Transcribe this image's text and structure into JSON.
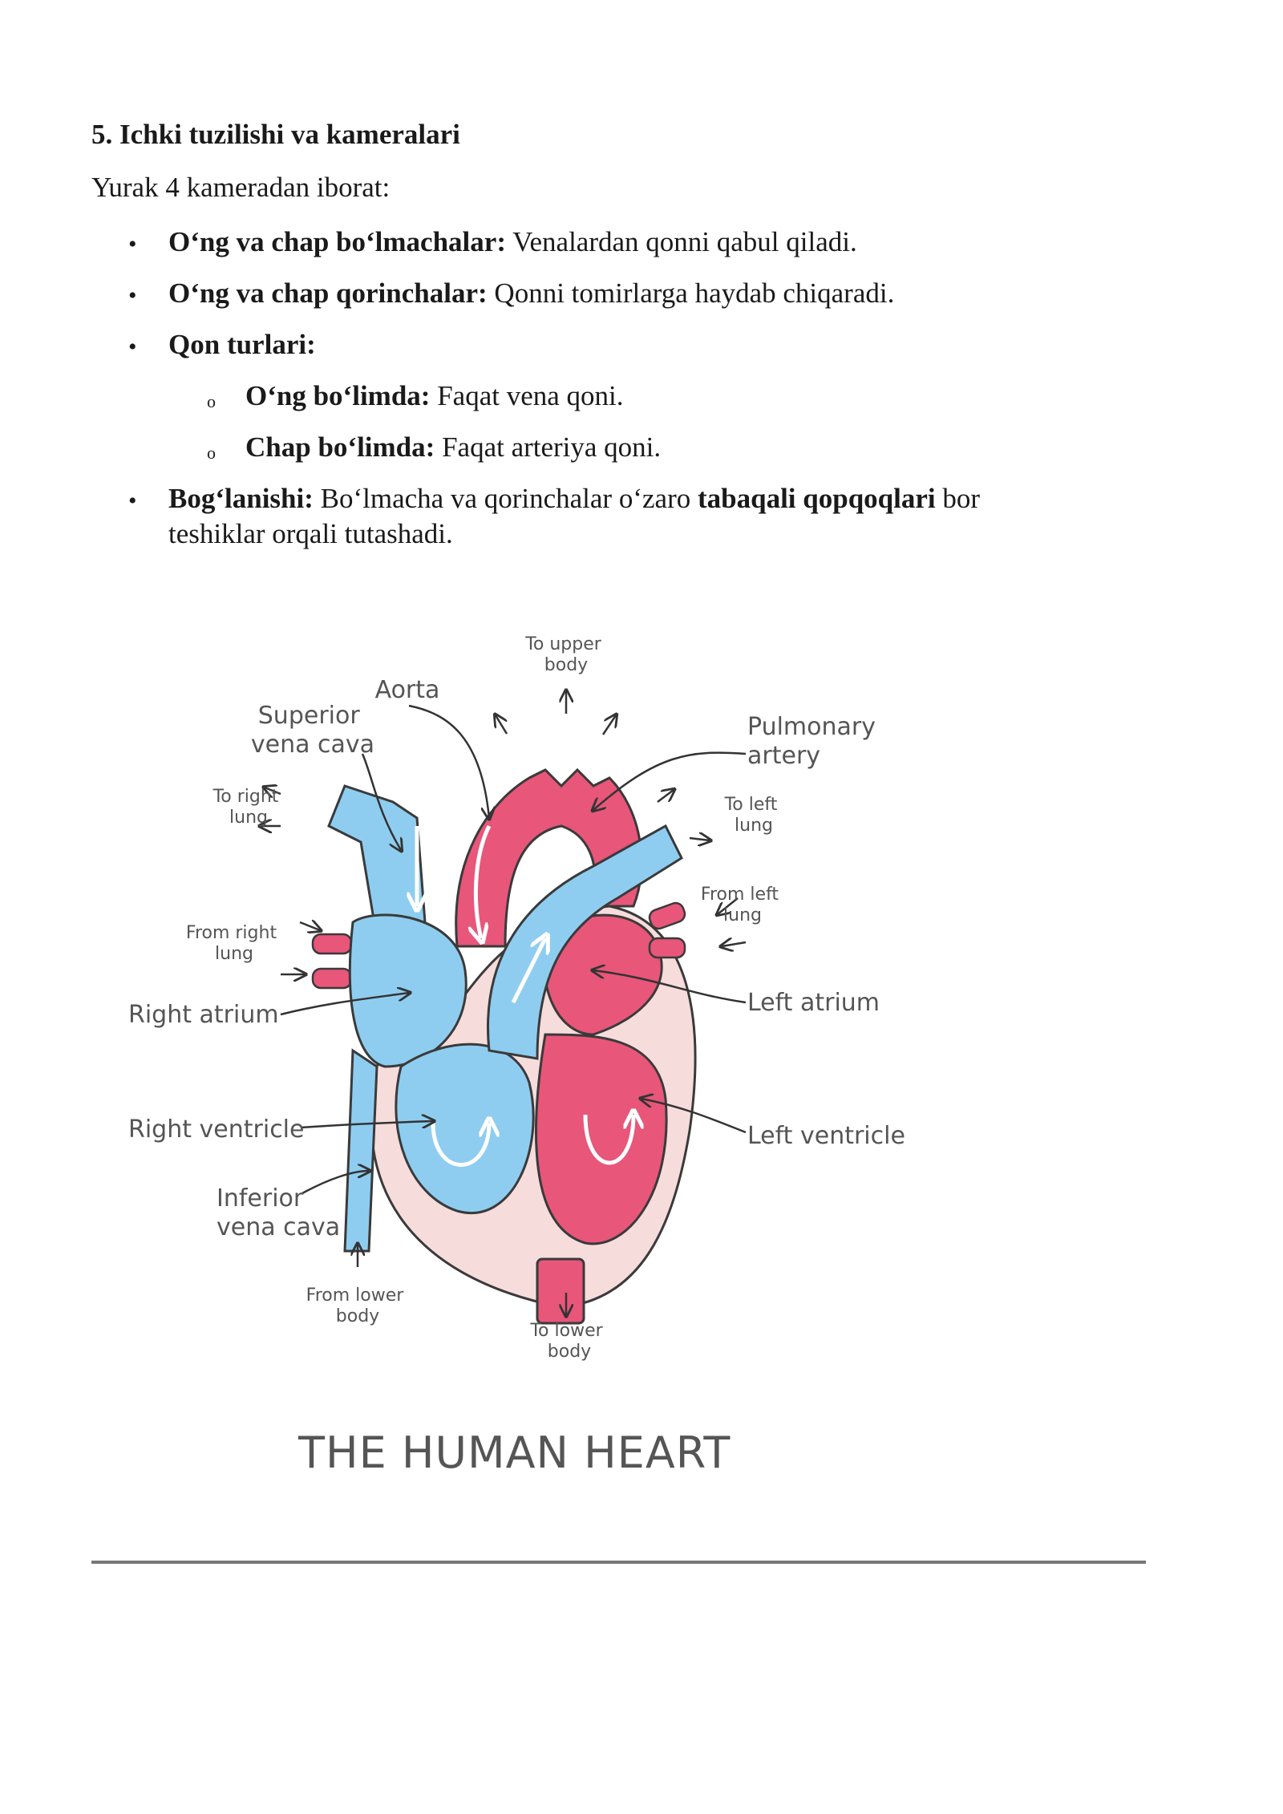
{
  "section": {
    "heading": "5. Ichki tuzilishi va kameralari",
    "intro": "Yurak 4 kameradan iborat:"
  },
  "bullets": [
    {
      "marker": "•",
      "bold": "O‘ng va chap bo‘lmachalar:",
      "text": " Venalardan qonni qabul qiladi."
    },
    {
      "marker": "•",
      "bold": "O‘ng va chap qorinchalar:",
      "text": " Qonni tomirlarga haydab chiqaradi."
    },
    {
      "marker": "•",
      "bold": "Qon turlari:",
      "text": ""
    },
    {
      "marker": "•",
      "bold": "Bog‘lanishi:",
      "text": " Bo‘lmacha va qorinchalar o‘zaro ",
      "bold2": "tabaqali qopqoqlari",
      "text2": " bor",
      "line2": "teshiklar orqali tutashadi."
    }
  ],
  "sub_bullets": [
    {
      "marker": "o",
      "bold": "O‘ng bo‘limda:",
      "text": " Faqat vena qoni."
    },
    {
      "marker": "o",
      "bold": "Chap bo‘limda:",
      "text": " Faqat arteriya qoni."
    }
  ],
  "diagram": {
    "title": "THE HUMAN HEART",
    "labels": {
      "to_upper_body": [
        "To upper",
        "body"
      ],
      "aorta": "Aorta",
      "superior_vena_cava": [
        "Superior",
        "vena cava"
      ],
      "pulmonary_artery": [
        "Pulmonary",
        "artery"
      ],
      "to_right_lung": [
        "To right",
        "lung"
      ],
      "to_left_lung": [
        "To left",
        "lung"
      ],
      "from_left_lung": [
        "From left",
        "lung"
      ],
      "from_right_lung": [
        "From right",
        "lung"
      ],
      "right_atrium": "Right atrium",
      "left_atrium": "Left atrium",
      "right_ventricle": "Right ventricle",
      "left_ventricle": "Left ventricle",
      "inferior_vena_cava": [
        "Inferior",
        "vena cava"
      ],
      "from_lower_body": [
        "From lower",
        "body"
      ],
      "to_lower_body": [
        "To lower",
        "body"
      ]
    },
    "colors": {
      "deoxygenated": "#8ecdf0",
      "oxygenated": "#e8567a",
      "wall": "#f7dcdc",
      "outline": "#3a3a3a"
    }
  }
}
